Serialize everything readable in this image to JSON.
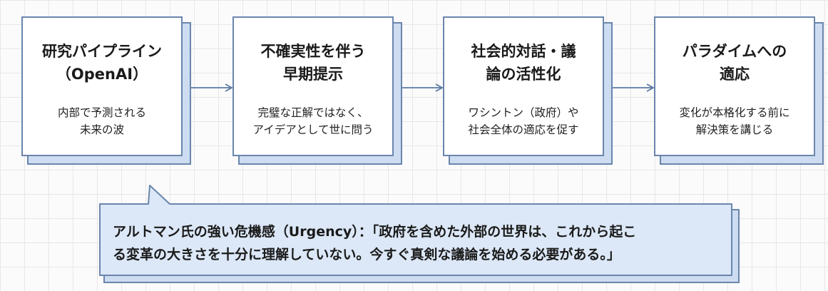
{
  "steps": [
    {
      "title": "研究パイプライン\n（OpenAI）",
      "desc": "内部で予測される\n未来の波"
    },
    {
      "title": "不確実性を伴う\n早期提示",
      "desc": "完璧な正解ではなく、\nアイデアとして世に問う"
    },
    {
      "title": "社会的対話・議\n論の活性化",
      "desc": "ワシントン（政府）や\n社会全体の適応を促す"
    },
    {
      "title": "パラダイムへの\n適応",
      "desc": "変化が本格化する前に\n解決策を講じる"
    }
  ],
  "callout": {
    "line1": "アルトマン氏の強い危機感（Urgency）：「政府を含めた外部の世界は、これから起こ",
    "line2": "る変革の大きさを十分に理解していない。今すぐ真剣な議論を始める必要がある。」"
  },
  "colors": {
    "border": "#6a86ad",
    "shadow": "#cddcf0",
    "arrow": "#5b7aa3"
  }
}
